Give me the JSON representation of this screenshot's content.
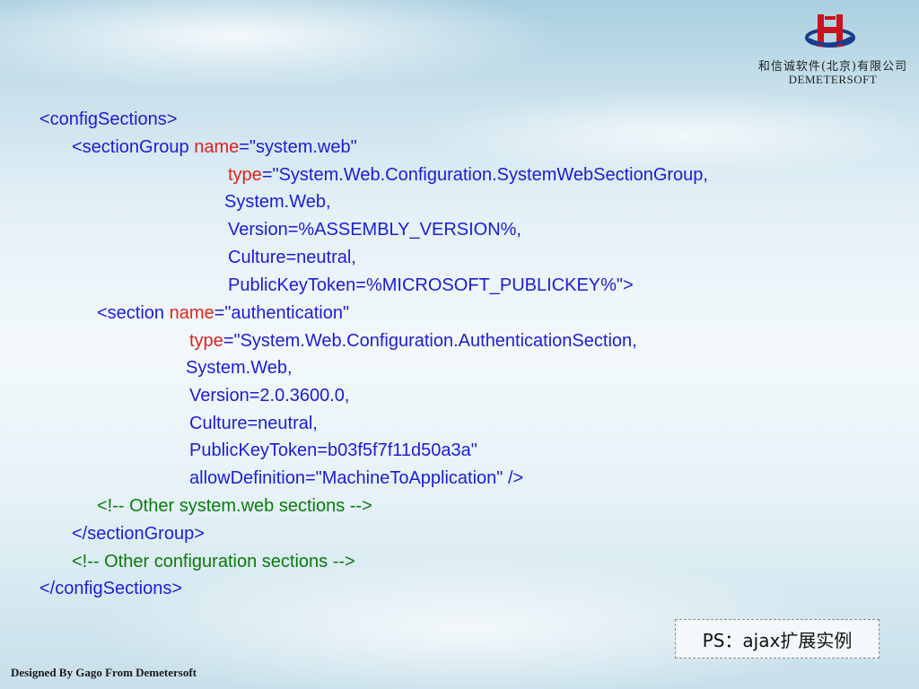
{
  "header": {
    "company_cn": "和信诚软件(北京)有限公司",
    "company_en": "DEMETERSOFT",
    "logo_icon": "hexin-logo-icon"
  },
  "code": {
    "l1": "<configSections>",
    "l2_tag": "<sectionGroup ",
    "l2_attr": "name",
    "l2_val": "=\"system.web\"",
    "l3_attr": "type",
    "l3_val": "=\"System.Web.Configuration.SystemWebSectionGroup,",
    "l4": "System.Web,",
    "l5": "Version=%ASSEMBLY_VERSION%,",
    "l6": "Culture=neutral,",
    "l7": "PublicKeyToken=%MICROSOFT_PUBLICKEY%\">",
    "l8_tag": "<section ",
    "l8_attr": "name",
    "l8_val": "=\"authentication\"",
    "l9_attr": "type",
    "l9_val": "=\"System.Web.Configuration.AuthenticationSection,",
    "l10": "System.Web,",
    "l11": "Version=2.0.3600.0,",
    "l12": "Culture=neutral,",
    "l13": "PublicKeyToken=b03f5f7f11d50a3a\"",
    "l14": "allowDefinition=\"MachineToApplication\" />",
    "l15": "<!-- Other system.web sections -->",
    "l16": "</sectionGroup>",
    "l17": "<!-- Other configuration sections -->",
    "l18": "</configSections>"
  },
  "ps_note": "PS：ajax扩展实例",
  "footer": "Designed By Gago From Demetersoft",
  "colors": {
    "code_text": "#1c1cd6",
    "attribute": "#e0221a",
    "comment": "#0a7a0a"
  }
}
